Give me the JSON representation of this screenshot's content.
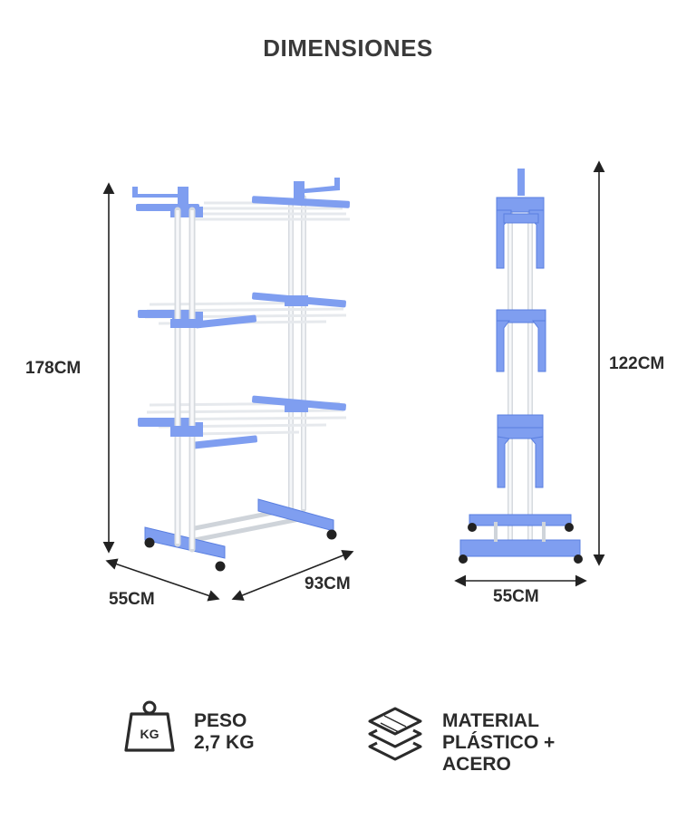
{
  "title": "DIMENSIONES",
  "dimensions": {
    "left_height": "178CM",
    "left_depth": "55CM",
    "left_width": "93CM",
    "right_height": "122CM",
    "right_width": "55CM"
  },
  "info": {
    "weight": {
      "icon": "weight-kg-icon",
      "icon_text": "KG",
      "line1": "PESO",
      "line2": "2,7 KG"
    },
    "material": {
      "icon": "layers-icon",
      "line1": "MATERIAL",
      "line2": "PLÁSTICO +",
      "line3": "ACERO"
    }
  },
  "colors": {
    "accent_blue": "#7f9ef0",
    "blue_dark": "#5a7fe0",
    "steel": "#e9ecef",
    "text": "#2b2b2b"
  }
}
